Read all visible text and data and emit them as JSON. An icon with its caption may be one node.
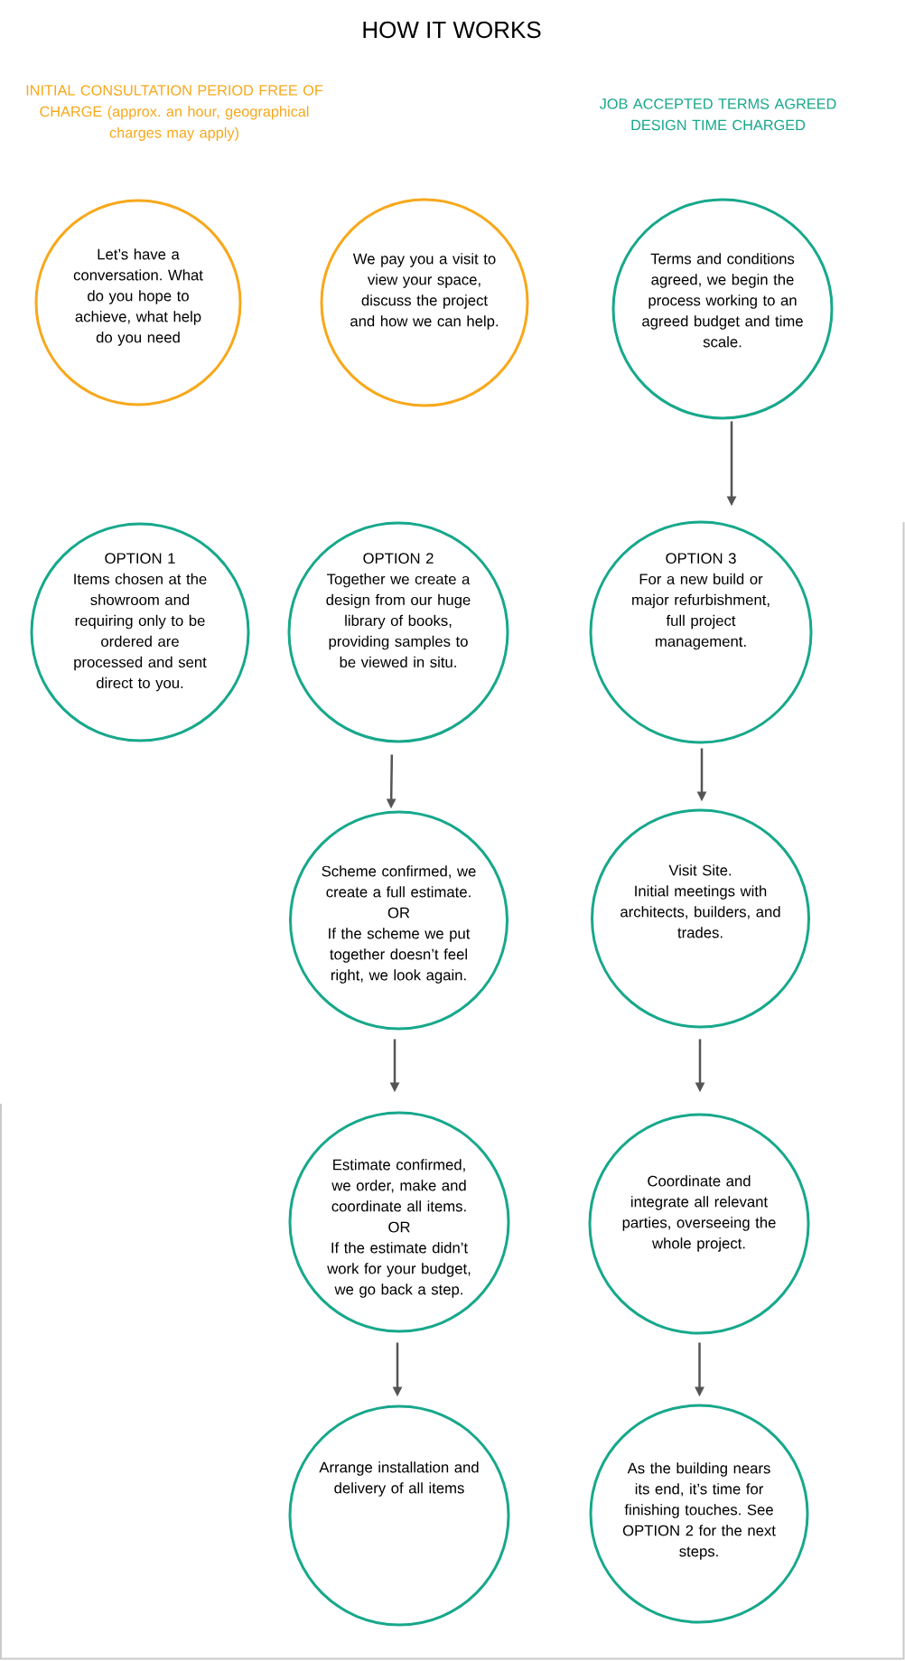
{
  "diagram": {
    "title": "HOW IT WORKS",
    "nodes": [
      {
        "text": [
          "Let’s have a conversation. What do you hope to achieve, what help do you need"
        ]
      },
      {
        "text": [
          "We pay you a visit to view your space, discuss the project and how we can help."
        ]
      },
      {
        "text": [
          "Terms and conditions agreed, we begin the process working to an agreed budget and time scale."
        ]
      },
      {
        "text": [
          "OPTION 1",
          "Items chosen at the showroom and requiring only to be ordered are processed and sent direct to you."
        ]
      },
      {
        "text": [
          "OPTION 2",
          "Together we create a design from our huge library of books, providing samples to be viewed in situ."
        ]
      },
      {
        "text": [
          "OPTION 3",
          "For a new build or major refurbishment, full project management."
        ]
      },
      {
        "text": [
          "Scheme confirmed, we create a full estimate.",
          "OR",
          "If the scheme we put together doesn’t feel right, we look again."
        ]
      },
      {
        "text": [
          "Visit Site.",
          "Initial meetings with architects, builders, and trades."
        ]
      },
      {
        "text": [
          "Estimate confirmed, we order, make and coordinate all items.",
          "OR",
          "If the estimate didn’t work for your budget, we go back a step."
        ]
      },
      {
        "text": [
          "Coordinate and integrate all relevant parties, overseeing the whole project."
        ]
      },
      {
        "text": [
          "Arrange installation and delivery of all items"
        ]
      },
      {
        "text": [
          "As the building nears its end, it’s time for finishing touches. See OPTION 2 for the next steps."
        ]
      }
    ],
    "edges": [
      {
        "from": 2,
        "to": 5,
        "arrow": "to"
      },
      {
        "from": 4,
        "to": 6,
        "arrow": "to"
      },
      {
        "from": 5,
        "to": 7,
        "arrow": "to"
      },
      {
        "from": 6,
        "to": 8,
        "arrow": "to"
      },
      {
        "from": 7,
        "to": 9,
        "arrow": "to"
      },
      {
        "from": 8,
        "to": 10,
        "arrow": "to"
      },
      {
        "from": 9,
        "to": 11,
        "arrow": "to"
      }
    ],
    "labels": [
      "INITIAL CONSULTATION PERIOD FREE OF CHARGE (approx. an hour, geographical charges may apply)",
      "JOB ACCEPTED TERMS AGREED DESIGN TIME CHARGED"
    ]
  }
}
